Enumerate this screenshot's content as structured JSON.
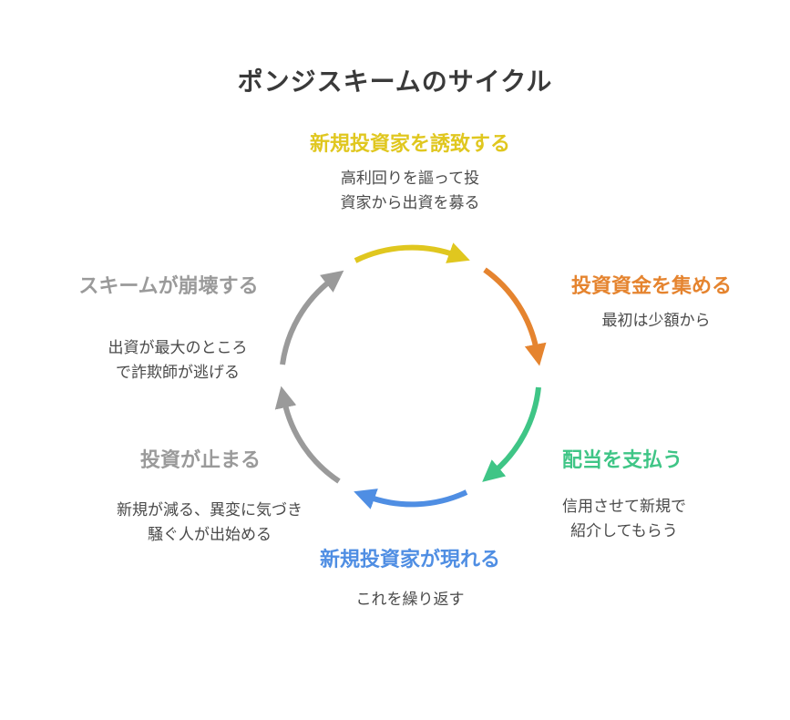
{
  "title": "ポンジスキームのサイクル",
  "steps": [
    {
      "title": "新規投資家を誘致する",
      "desc_lines": [
        "高利回りを謳って投",
        "資家から出資を募る"
      ],
      "color": "#e0c71f"
    },
    {
      "title": "投資資金を集める",
      "desc_lines": [
        "最初は少額から"
      ],
      "color": "#e5842f"
    },
    {
      "title": "配当を支払う",
      "desc_lines": [
        "信用させて新規で",
        "紹介してもらう"
      ],
      "color": "#3fc586"
    },
    {
      "title": "新規投資家が現れる",
      "desc_lines": [
        "これを繰り返す"
      ],
      "color": "#4f8ee3"
    },
    {
      "title": "投資が止まる",
      "desc_lines": [
        "新規が減る、異変に気づき",
        "騒ぐ人が出始める"
      ],
      "color": "#9a9a9a"
    },
    {
      "title": "スキームが崩壊する",
      "desc_lines": [
        "出資が最大のところ",
        "で詐欺師が逃げる"
      ],
      "color": "#9a9a9a"
    }
  ]
}
